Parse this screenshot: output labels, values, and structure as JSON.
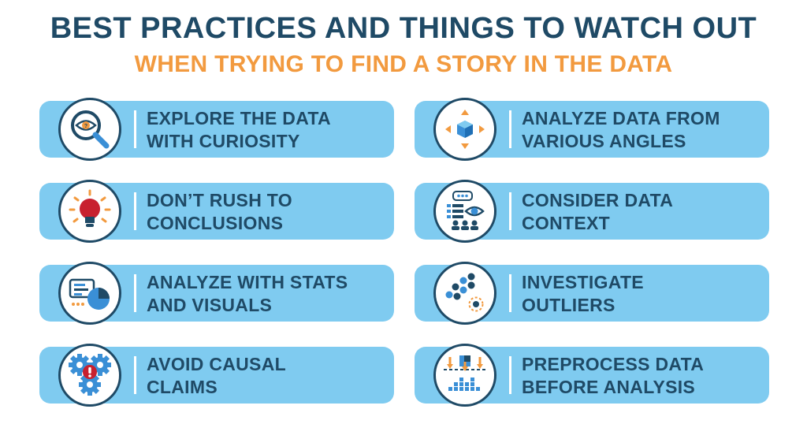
{
  "header": {
    "title": "BEST PRACTICES AND THINGS TO WATCH OUT",
    "subtitle": "WHEN TRYING TO FIND A STORY IN THE DATA"
  },
  "colors": {
    "title": "#1f4a66",
    "subtitle": "#f29a3f",
    "card": "#7fcbf0",
    "accent_blue": "#3a8fd6",
    "accent_red": "#c8202f",
    "accent_orange": "#f29a3f"
  },
  "practices": [
    {
      "line1": "EXPLORE THE DATA",
      "line2": "WITH CURIOSITY",
      "icon": "magnifier-eye-icon"
    },
    {
      "line1": "ANALYZE DATA FROM",
      "line2": "VARIOUS ANGLES",
      "icon": "cube-arrows-icon"
    },
    {
      "line1": "DON’T RUSH TO",
      "line2": "CONCLUSIONS",
      "icon": "lightbulb-icon"
    },
    {
      "line1": "CONSIDER DATA",
      "line2": "CONTEXT",
      "icon": "context-eye-people-icon"
    },
    {
      "line1": "ANALYZE WITH STATS",
      "line2": "AND VISUALS",
      "icon": "stats-pie-icon"
    },
    {
      "line1": "INVESTIGATE",
      "line2": "OUTLIERS",
      "icon": "outlier-dots-icon"
    },
    {
      "line1": "AVOID CAUSAL",
      "line2": "CLAIMS",
      "icon": "gears-warning-icon"
    },
    {
      "line1": "PREPROCESS DATA",
      "line2": "BEFORE ANALYSIS",
      "icon": "preprocess-icon"
    }
  ]
}
